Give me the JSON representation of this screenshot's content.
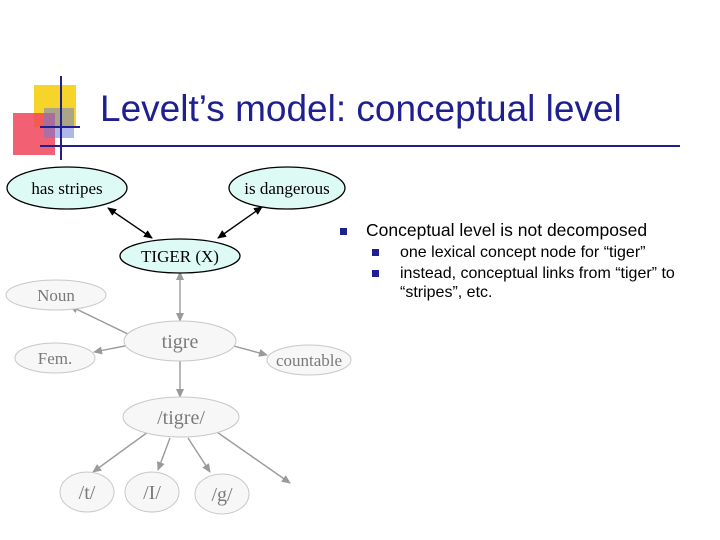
{
  "slide": {
    "title": "Levelt’s model: conceptual level"
  },
  "colors": {
    "title": "#1f1f8f",
    "deco_yellow": "#f7d42a",
    "deco_red": "#f0455a",
    "deco_blue": "#6b7bd6",
    "node_fill_active": "#ddfbf4",
    "node_fill_faded": "#f7f7f7",
    "node_text_faded": "#7a7a7a",
    "bullet": "#1f1f8f"
  },
  "nodes": {
    "has_stripes": "has stripes",
    "is_dangerous": "is dangerous",
    "tiger": "TIGER (X)",
    "noun": "Noun",
    "tigre": "tigre",
    "fem": "Fem.",
    "countable": "countable",
    "tigre_phon": "/tigre/",
    "t": "/t/",
    "i": "/I/",
    "g": "/g/"
  },
  "bullets": [
    {
      "text": "Conceptual level is not decomposed",
      "sub": [
        "one lexical concept node for “tiger”",
        "instead, conceptual links from “tiger” to “stripes”, etc."
      ]
    }
  ]
}
